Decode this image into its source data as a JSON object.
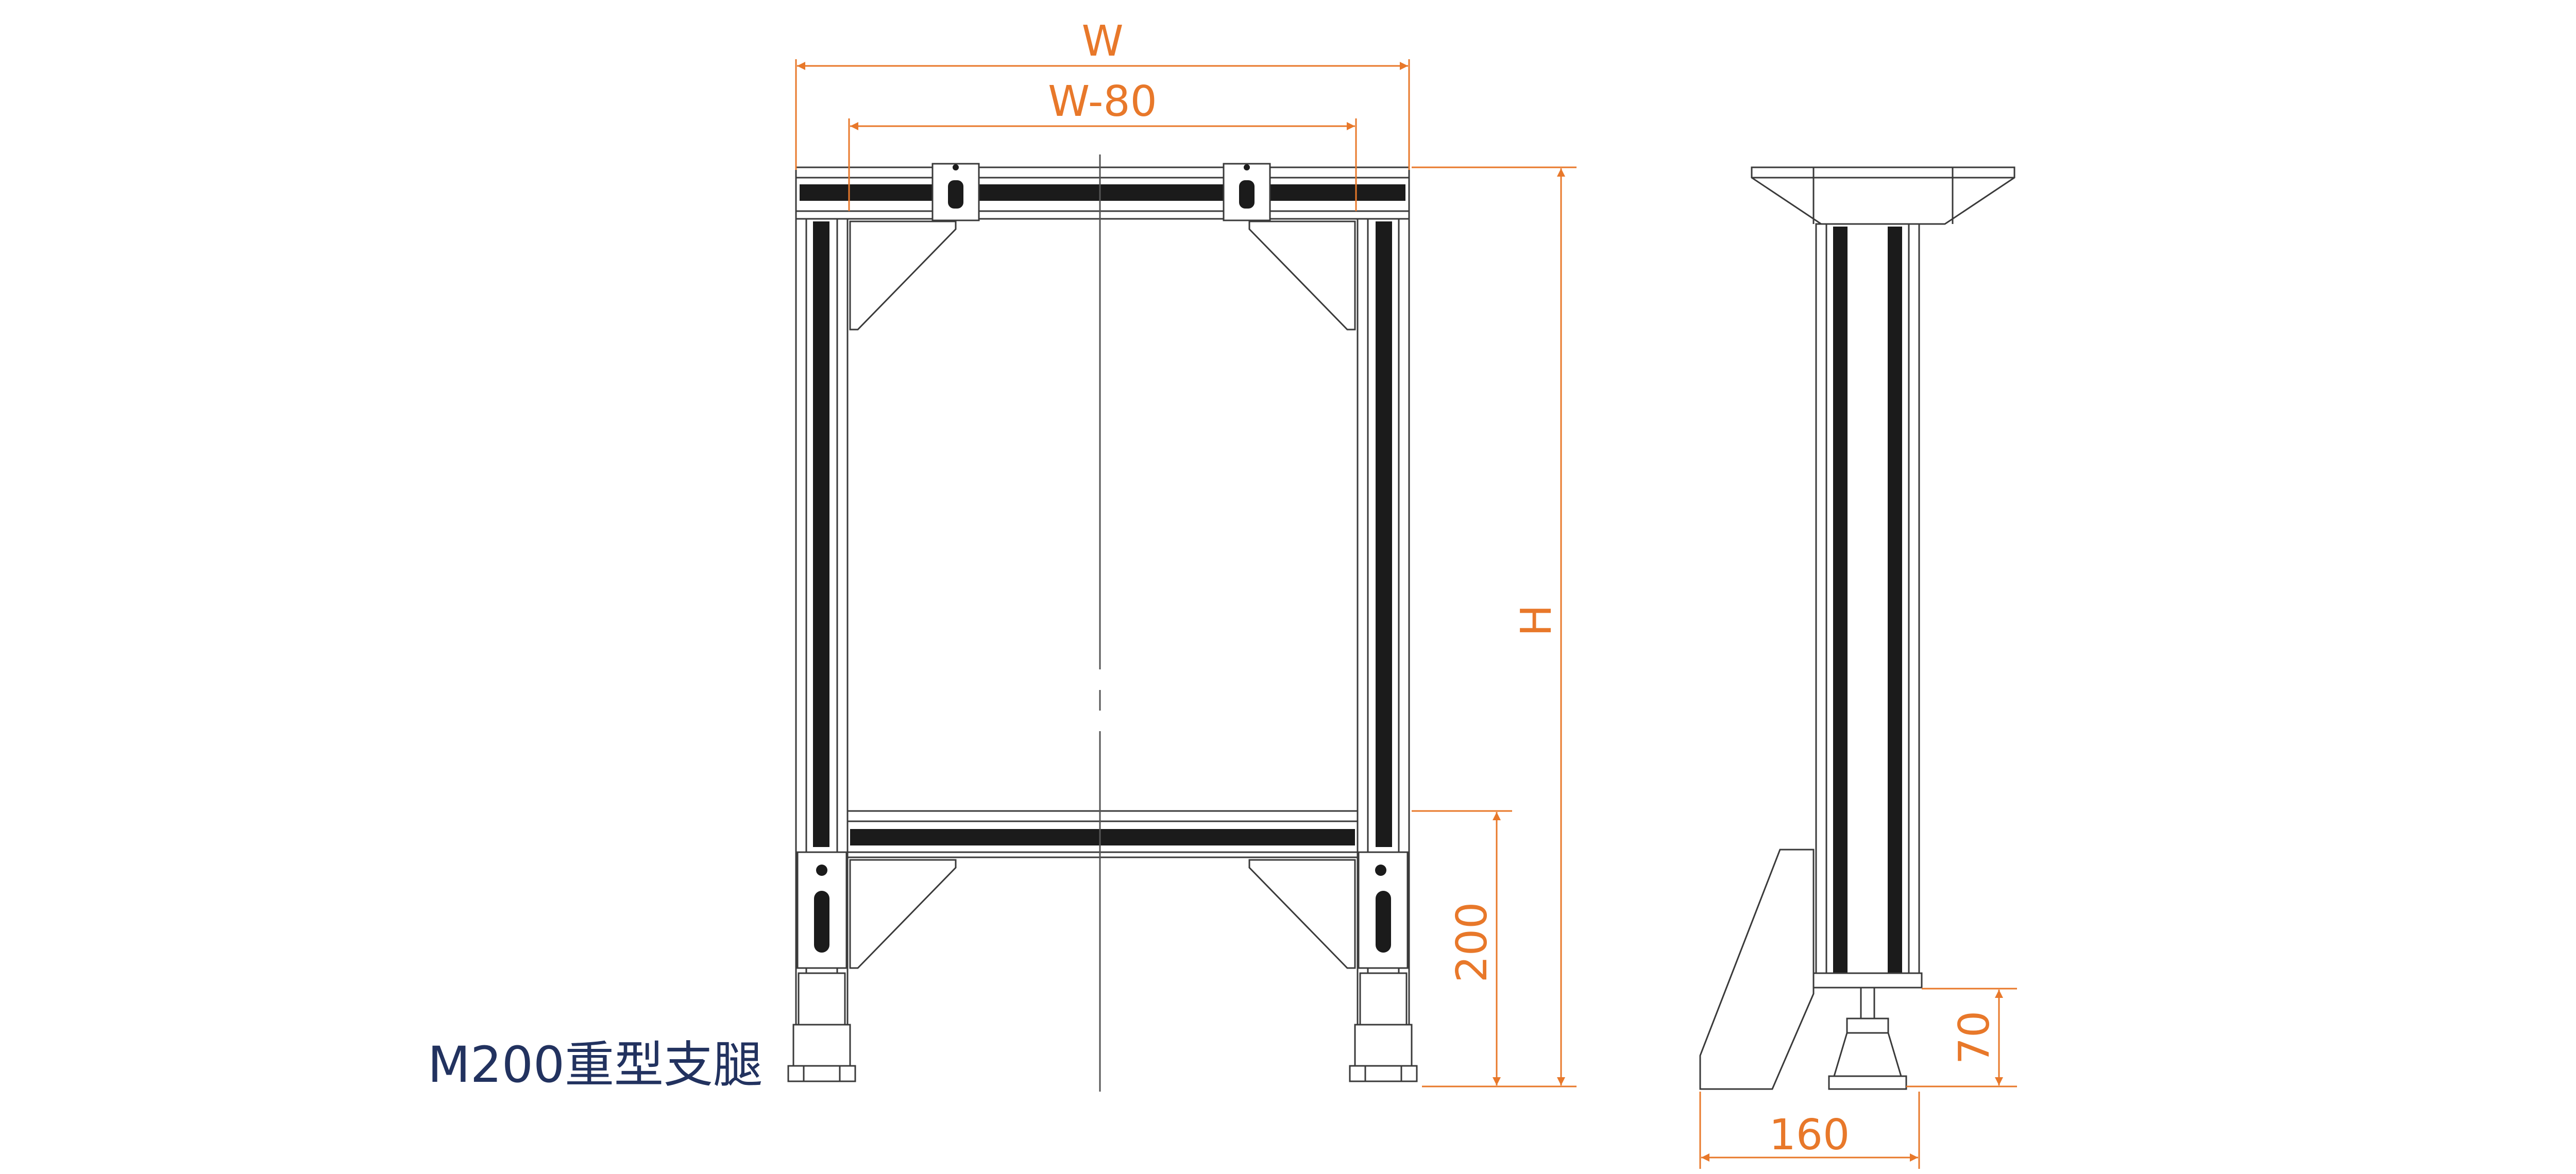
{
  "colors": {
    "dimension": "#E8782A",
    "outline": "#3a3a3a",
    "slot": "#1b1b1b",
    "caption": "#22325f",
    "centerline": "#555555"
  },
  "dimensions": {
    "width_total": "W",
    "width_inner": "W-80",
    "height_total": "H",
    "crossbar_height": "200",
    "foot_height": "70",
    "depth": "160"
  },
  "caption": {
    "title": "M200重型支腿"
  }
}
